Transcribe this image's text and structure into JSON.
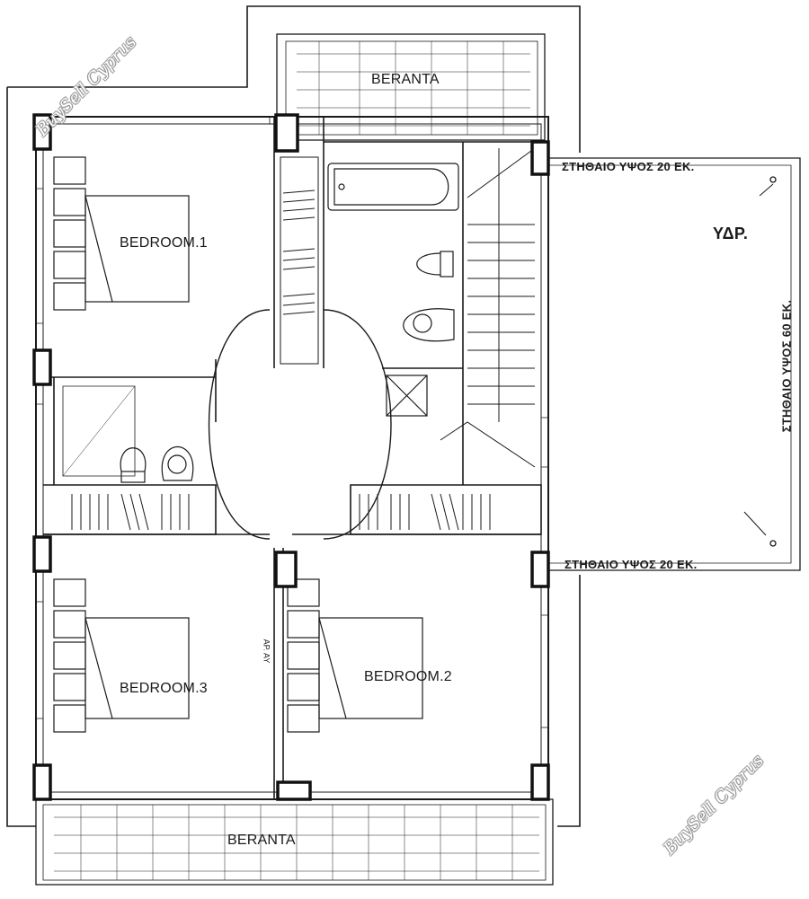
{
  "rooms": {
    "bedroom1": "BEDROOM.1",
    "bedroom2": "BEDROOM.2",
    "bedroom3": "BEDROOM.3",
    "veranda_top": "BERANTA",
    "veranda_bottom": "BERANTA"
  },
  "notes": {
    "rail_top": "ΣΤΗΘΑΙΟ ΥΨΟΣ 20 ΕΚ.",
    "rail_bottom": "ΣΤΗΘΑΙΟ ΥΨΟΣ 20 ΕΚ.",
    "rail_side": "ΣΤΗΘΑΙΟ ΥΨΟΣ 60 ΕΚ.",
    "drain": "ΥΔΡ.",
    "small_mark": "ΑΡ. ΑΥ"
  },
  "watermark": {
    "top": "BuySell Cyprus",
    "bottom": "BuySell Cyprus"
  },
  "colors": {
    "line": "#1a1a1a",
    "column": "#111111",
    "background": "#ffffff"
  }
}
